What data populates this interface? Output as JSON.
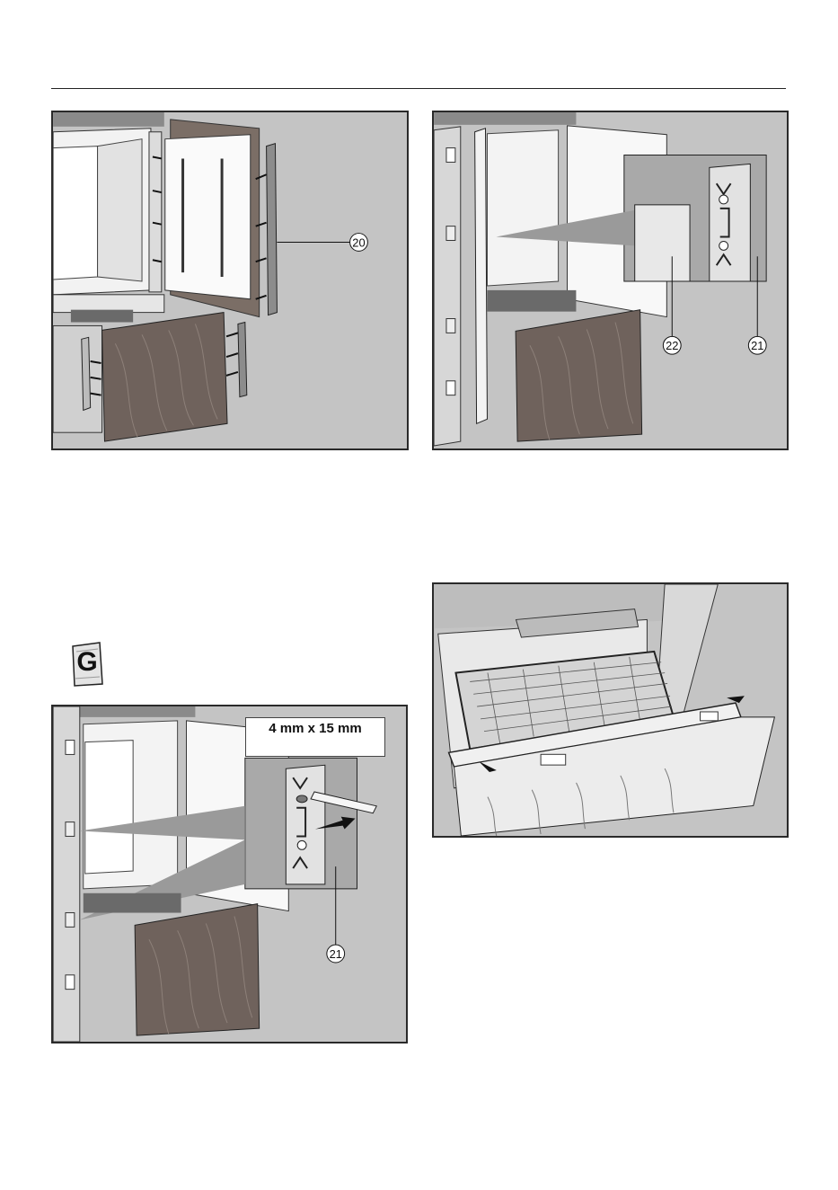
{
  "callouts": {
    "fig1_a": "20",
    "fig2_a": "22",
    "fig2_b": "21",
    "fig3_a": "21"
  },
  "parts_bag_letter": "G",
  "screw_size": "4 mm x 15 mm"
}
